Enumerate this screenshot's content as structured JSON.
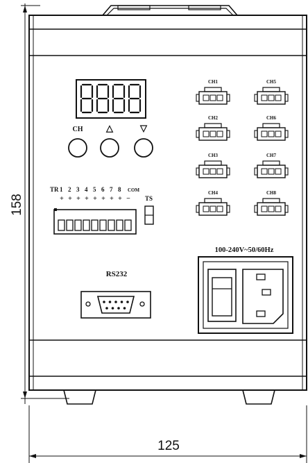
{
  "dimensions": {
    "height": "158",
    "width": "125"
  },
  "display": {
    "digits": [
      "8",
      "8",
      "8",
      "8"
    ]
  },
  "buttons": [
    {
      "label": "CH"
    },
    {
      "label": "△"
    },
    {
      "label": "▽"
    }
  ],
  "channels": [
    "CH1",
    "CH2",
    "CH3",
    "CH4",
    "CH5",
    "CH6",
    "CH7",
    "CH8"
  ],
  "terminal": {
    "labels": [
      "TR",
      "1",
      "2",
      "3",
      "4",
      "5",
      "6",
      "7",
      "8",
      "COM"
    ],
    "signs": [
      "+",
      "+",
      "+",
      "+",
      "+",
      "+",
      "+",
      "+",
      "−"
    ],
    "switch_label": "TS"
  },
  "serial_port": {
    "label": "RS232"
  },
  "power": {
    "rating": "100-240V~50/60Hz"
  }
}
